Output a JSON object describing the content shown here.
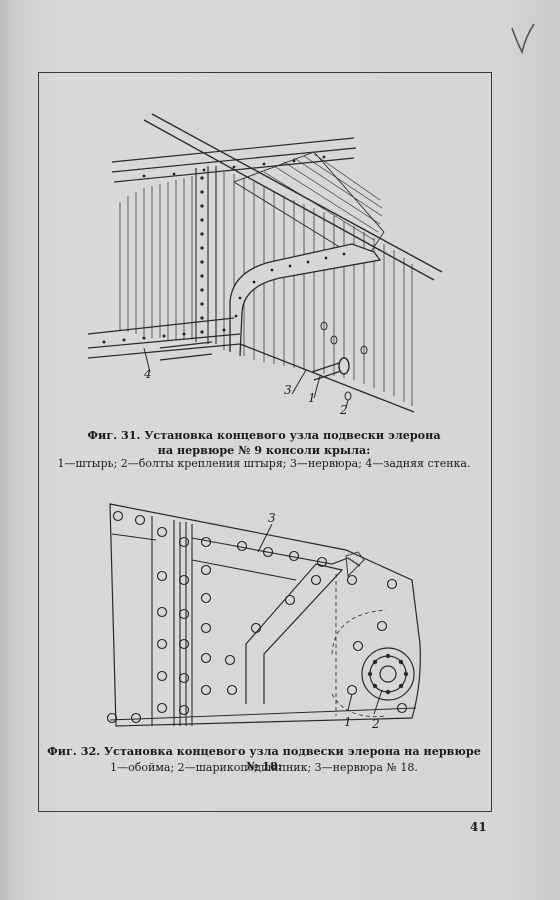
{
  "fig31": {
    "title_line1": "Фиг. 31. Установка концевого узла подвески элерона",
    "title_line2": "на нервюре № 9 консоли крыла:",
    "legend": "1—штырь; 2—болты крепления штыря; 3—нервюра; 4—задняя стенка.",
    "labels": [
      "1",
      "2",
      "3",
      "4"
    ]
  },
  "fig32": {
    "title": "Фиг. 32. Установка концевого узла подвески элерона на нервюре № 18:",
    "legend": "1—обойма; 2—шарикоподшипник; 3—нервюра № 18.",
    "labels": [
      "1",
      "2",
      "3"
    ]
  },
  "page_number": "41",
  "corner_mark": "V",
  "colors": {
    "paper": "#d6d6d6",
    "ink": "#1c1c1c"
  }
}
